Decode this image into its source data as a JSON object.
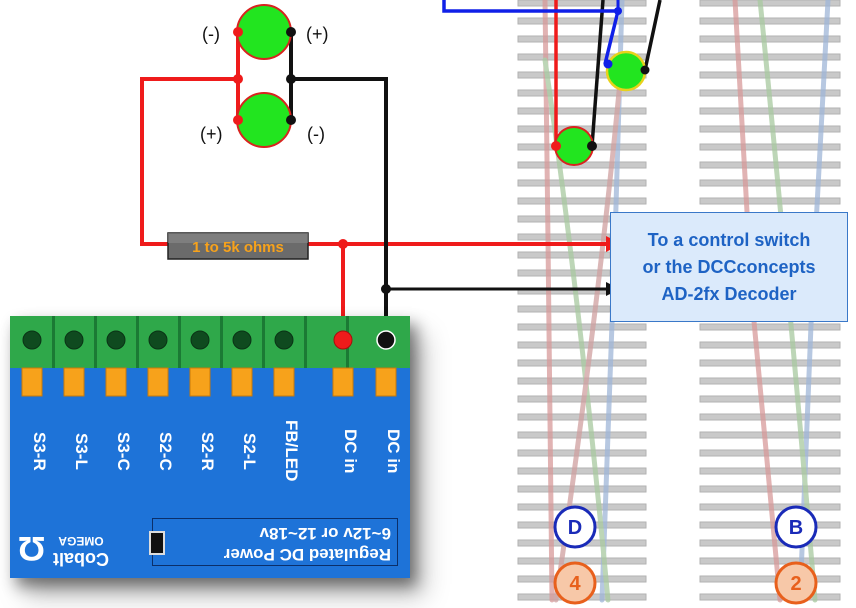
{
  "resistor": {
    "label": "1 to 5k ohms"
  },
  "leds": {
    "top": {
      "left_label": "(-)",
      "right_label": "(+)"
    },
    "bottom": {
      "left_label": "(+)",
      "right_label": "(-)"
    }
  },
  "infobox": {
    "lines": [
      "To a control switch",
      "or the DCCconcepts",
      "AD-2fx Decoder"
    ]
  },
  "board": {
    "terminals": [
      "S3-R",
      "S3-L",
      "S3-C",
      "S2-C",
      "S2-R",
      "S2-L",
      "FB/LED",
      "DC in",
      "DC in"
    ],
    "power_line1": "Regulated DC Power",
    "power_line2": "6~12v or 12~18v",
    "brand_name": "Cobalt",
    "brand_sub": "OMEGA",
    "brand_glyph": "Ω"
  },
  "track_badges": {
    "left_letter": "D",
    "left_number": "4",
    "right_letter": "B",
    "right_number": "2"
  },
  "colors": {
    "led_fill": "#22e51f",
    "wire_red": "#ef1b1b",
    "wire_black": "#111111",
    "wire_blue": "#1020e8",
    "badge_letter_ring": "#1a2bb8",
    "badge_number_ring": "#e8601c",
    "board_blue": "#1e73d8",
    "terminal_green": "#2fa84a",
    "terminal_orange": "#f7a21b",
    "info_text": "#1e63c4"
  }
}
